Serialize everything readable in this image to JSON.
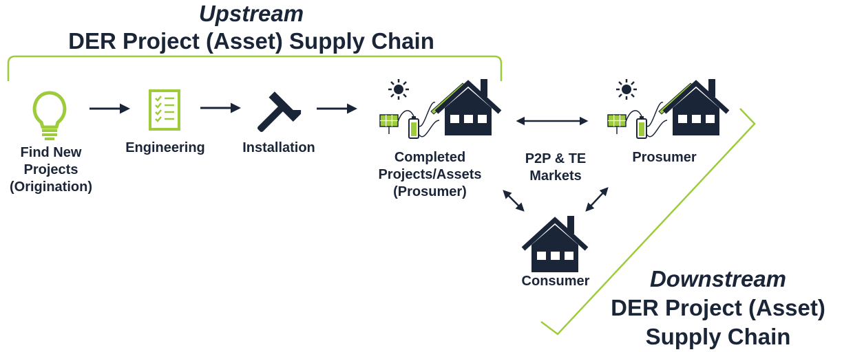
{
  "upstream": {
    "line1": "Upstream",
    "line2": "DER Project (Asset) Supply Chain"
  },
  "downstream": {
    "line1": "Downstream",
    "line2": "DER Project (Asset)",
    "line3": "Supply Chain"
  },
  "steps": [
    {
      "label": "Find New Projects (Origination)",
      "icon": "lightbulb-icon"
    },
    {
      "label": "Engineering",
      "icon": "checklist-icon"
    },
    {
      "label": "Installation",
      "icon": "hammer-icon"
    },
    {
      "label": "Completed Projects/Assets (Prosumer)",
      "icon": "solar-house-icon"
    }
  ],
  "prosumer": {
    "label": "Prosumer",
    "icon": "solar-house-icon"
  },
  "consumer": {
    "label": "Consumer",
    "icon": "house-icon"
  },
  "market": {
    "label": "P2P & TE Markets"
  },
  "colors": {
    "navy": "#1b2538",
    "green": "#9ecb3c"
  }
}
